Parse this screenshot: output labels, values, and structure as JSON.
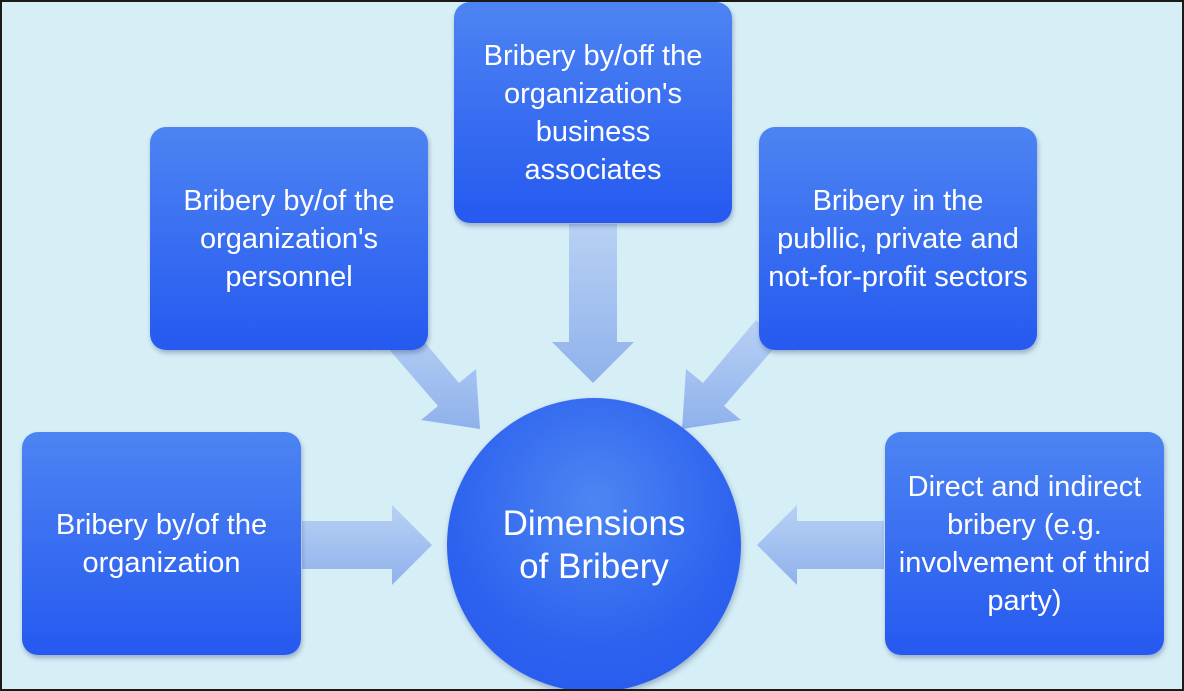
{
  "center": {
    "label": "Dimensions of Bribery"
  },
  "nodes": [
    {
      "id": "organization",
      "label": "Bribery by/of the organization"
    },
    {
      "id": "personnel",
      "label": "Bribery by/of the organization's personnel"
    },
    {
      "id": "business-associates",
      "label": "Bribery by/off the organization's business associates"
    },
    {
      "id": "sectors",
      "label": "Bribery in the publlic, private and not-for-profit sectors"
    },
    {
      "id": "direct-indirect",
      "label": "Direct and indirect bribery (e.g. involvement of third party)"
    }
  ],
  "colors": {
    "background": "#d6eef6",
    "box_top": "#4d84f2",
    "box_bottom": "#2559f0",
    "arrow": "#9dbcf0",
    "text": "#ffffff"
  }
}
